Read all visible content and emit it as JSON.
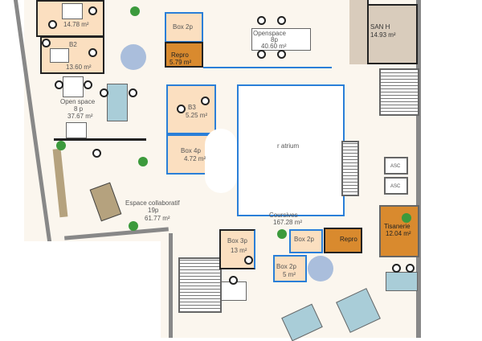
{
  "rooms": {
    "b2_top": {
      "area": "14.78 m²"
    },
    "b2": {
      "name": "B2",
      "area": "13.60 m²"
    },
    "open_space_8p_left": {
      "name": "Open space",
      "capacity": "8 p",
      "area": "37.67 m²"
    },
    "box2p_top": {
      "name": "Box 2p"
    },
    "repro_top": {
      "name": "Repro",
      "area": "5.79 m²"
    },
    "openspace_8p_top": {
      "name": "Openspace",
      "capacity": "8p",
      "area": "40.60 m²"
    },
    "san_h": {
      "name": "SAN H",
      "area": "14.93 m²"
    },
    "b3": {
      "name": "B3",
      "area": "5.25 m²"
    },
    "box4p": {
      "name": "Box 4p",
      "area": "4.72 m²"
    },
    "atrium": {
      "name": "r atrium"
    },
    "espace_collab": {
      "name": "Espace collaboratif",
      "capacity": "19p",
      "area": "61.77 m²"
    },
    "coursives": {
      "name": "Coursives",
      "area": "167.28 m²"
    },
    "box3p": {
      "name": "Box 3p",
      "area": "13 m²"
    },
    "box2p_mid": {
      "name": "Box 2p"
    },
    "box2p_low": {
      "name": "Box 2p",
      "area": "5 m²"
    },
    "repro_mid": {
      "name": "Repro"
    },
    "tisanerie": {
      "name": "Tisanerie",
      "area": "12.04 m²"
    },
    "asc": {
      "label": "ASC"
    }
  },
  "colors": {
    "office": "#fbdfc0",
    "corridor": "#fbf6ee",
    "glass": "#2a7fd8",
    "service": "#d98a2e",
    "sanitary": "#d9ccbc"
  }
}
